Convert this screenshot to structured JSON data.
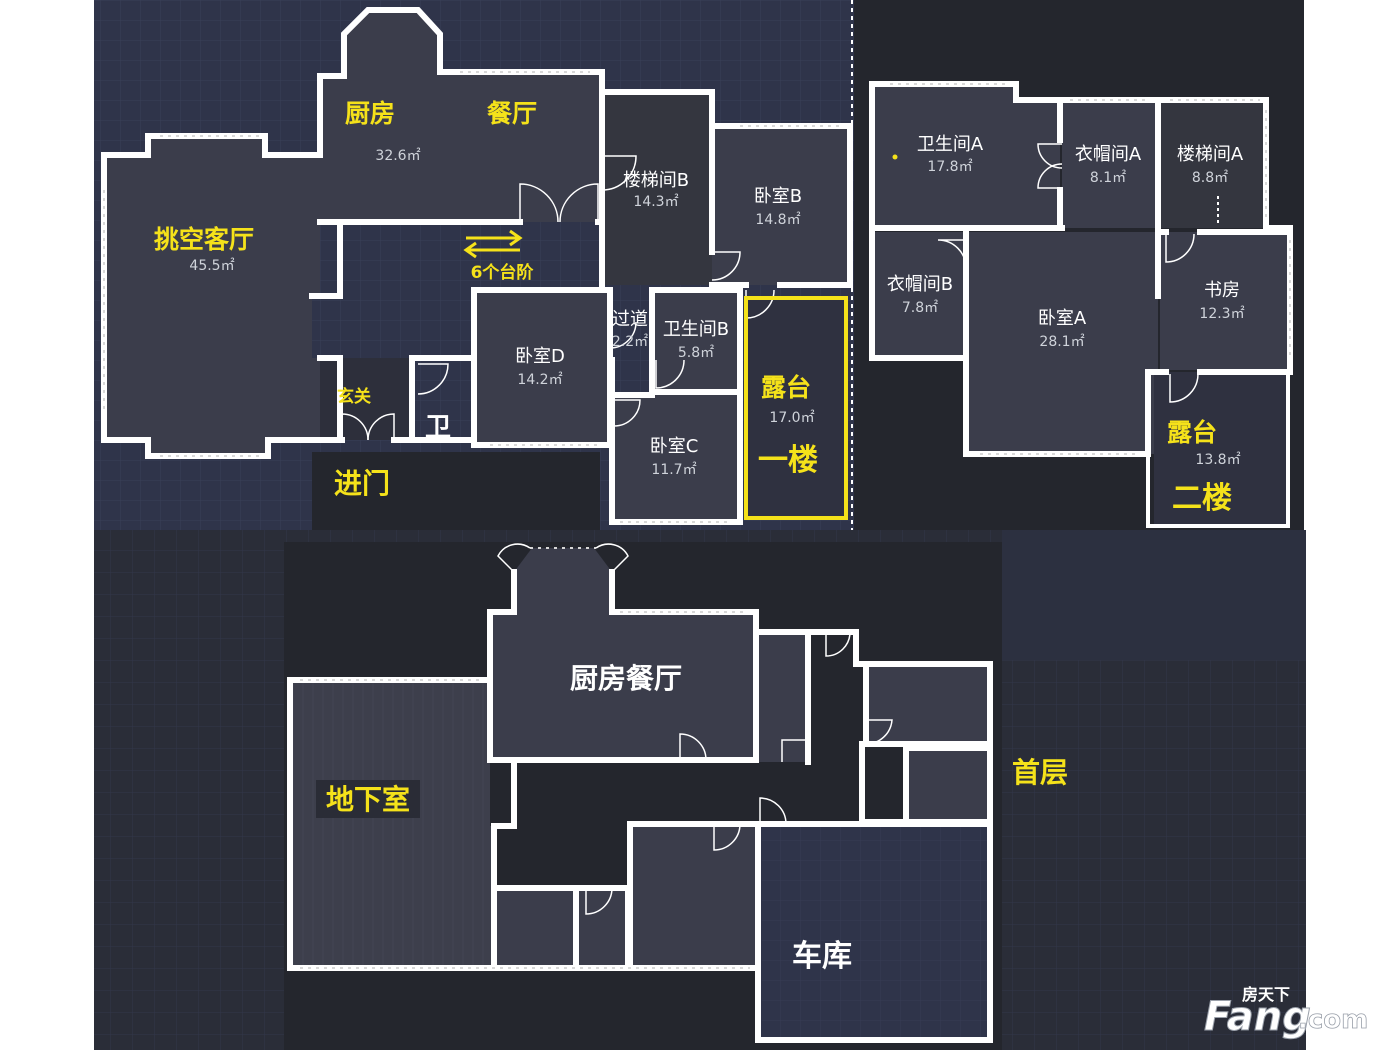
{
  "floor1": {
    "rooms": {
      "living": {
        "name": "挑空客厅",
        "area": "45.5㎡"
      },
      "kitchen": {
        "name": "厨房"
      },
      "dining": {
        "name": "餐厅",
        "area": "32.6㎡"
      },
      "stair_b": {
        "name": "楼梯间B",
        "area": "14.3㎡"
      },
      "bedroom_b": {
        "name": "卧室B",
        "area": "14.8㎡"
      },
      "bedroom_d": {
        "name": "卧室D",
        "area": "14.2㎡"
      },
      "corridor": {
        "name": "过道",
        "area": "2.2㎡"
      },
      "bath_b": {
        "name": "卫生间B",
        "area": "5.8㎡"
      },
      "bedroom_c": {
        "name": "卧室C",
        "area": "11.7㎡"
      },
      "terrace": {
        "name": "露台",
        "area": "17.0㎡"
      },
      "foyer": {
        "name": "玄关"
      },
      "wc": {
        "name": "卫"
      }
    },
    "steps_label": "6个台阶",
    "entrance_label": "进门",
    "floor_tag": "一楼"
  },
  "floor2": {
    "rooms": {
      "bath_a": {
        "name": "卫生间A",
        "area": "17.8㎡"
      },
      "closet_a": {
        "name": "衣帽间A",
        "area": "8.1㎡"
      },
      "stair_a": {
        "name": "楼梯间A",
        "area": "8.8㎡"
      },
      "closet_b": {
        "name": "衣帽间B",
        "area": "7.8㎡"
      },
      "bedroom_a": {
        "name": "卧室A",
        "area": "28.1㎡"
      },
      "study": {
        "name": "书房",
        "area": "12.3㎡"
      },
      "terrace": {
        "name": "露台",
        "area": "13.8㎡"
      }
    },
    "floor_tag": "二楼"
  },
  "basement": {
    "kitchen_dining": "厨房餐厅",
    "basement": "地下室",
    "garage": "车库",
    "floor_tag": "首层"
  },
  "watermark": {
    "top": "房天下",
    "brand": "Fang",
    "domain": ".com"
  },
  "colors": {
    "room_fill": "#3b3d4b",
    "dark_fill": "#24262d",
    "grid_bg": "#2f344a",
    "label_yellow": "#f5e21a",
    "wall": "#ffffff"
  }
}
